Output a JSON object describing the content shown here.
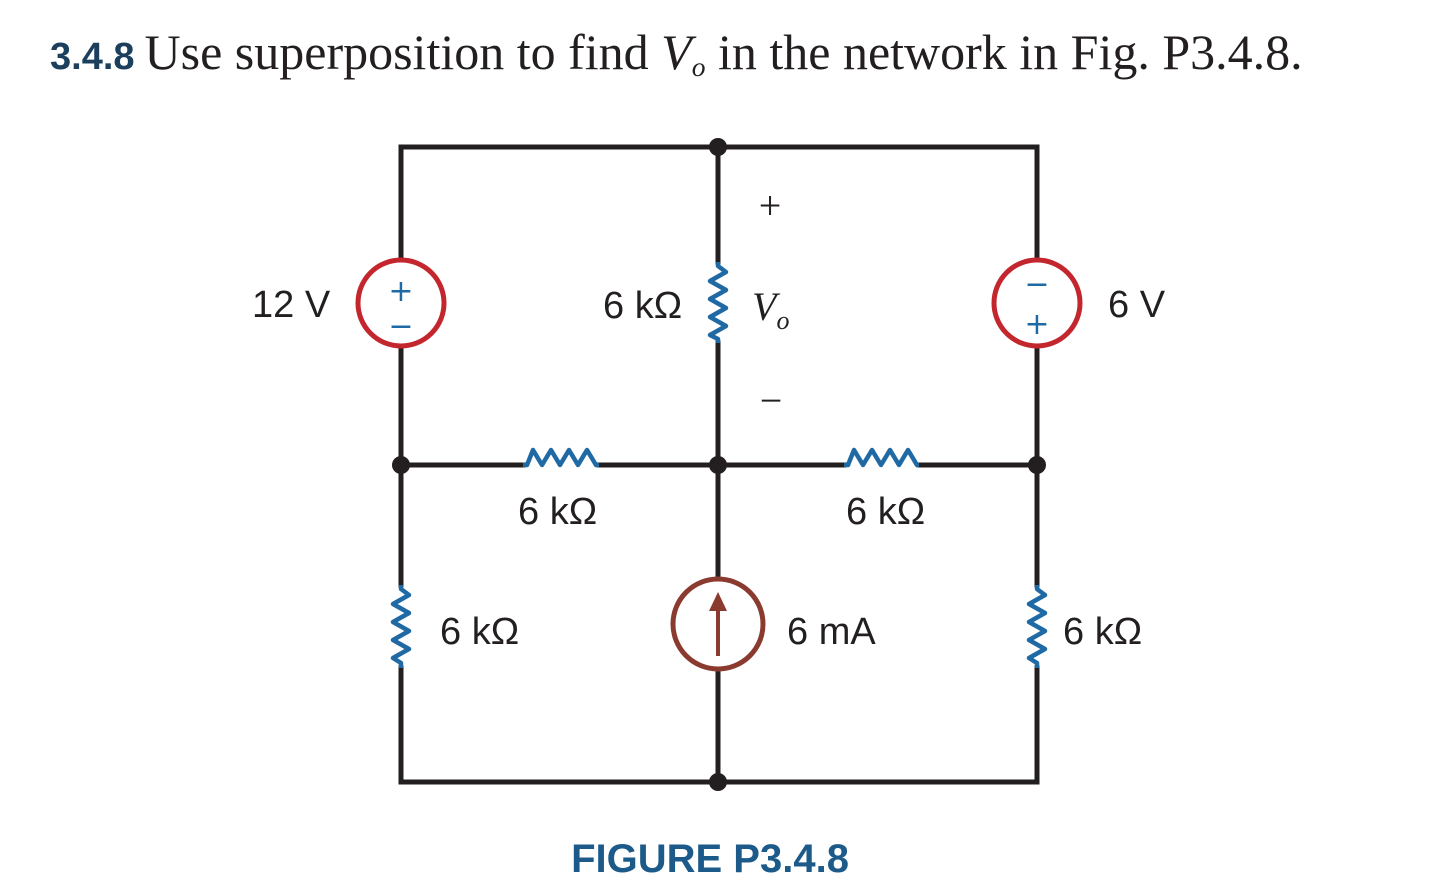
{
  "problem": {
    "number": "3.4.8",
    "text_before": "Use superposition to find ",
    "var": "V",
    "var_sub": "o",
    "text_after": " in the network in Fig. P3.4.8."
  },
  "circuit": {
    "source_12v": {
      "label": "12 V"
    },
    "source_6v": {
      "label": "6 V"
    },
    "resistor_top_middle": {
      "label": "6 kΩ"
    },
    "resistor_middle_left": {
      "label": "6 kΩ"
    },
    "resistor_middle_right": {
      "label": "6 kΩ"
    },
    "resistor_bottom_left": {
      "label": "6 kΩ"
    },
    "resistor_bottom_right": {
      "label": "6 kΩ"
    },
    "current_source": {
      "label": "6 mA",
      "direction": "up"
    },
    "vo": {
      "plus": "+",
      "minus": "−",
      "var": "V",
      "sub": "o"
    },
    "source_plus": "+",
    "source_minus": "−"
  },
  "figure_caption": "FIGURE P3.4.8",
  "colors": {
    "wire": "#231f20",
    "resistor": "#1f6aa5",
    "voltage_source": "#c4262e",
    "current_source": "#8b3a2f",
    "caption": "#1c5a8a",
    "problem_number": "#1c3f5e"
  }
}
